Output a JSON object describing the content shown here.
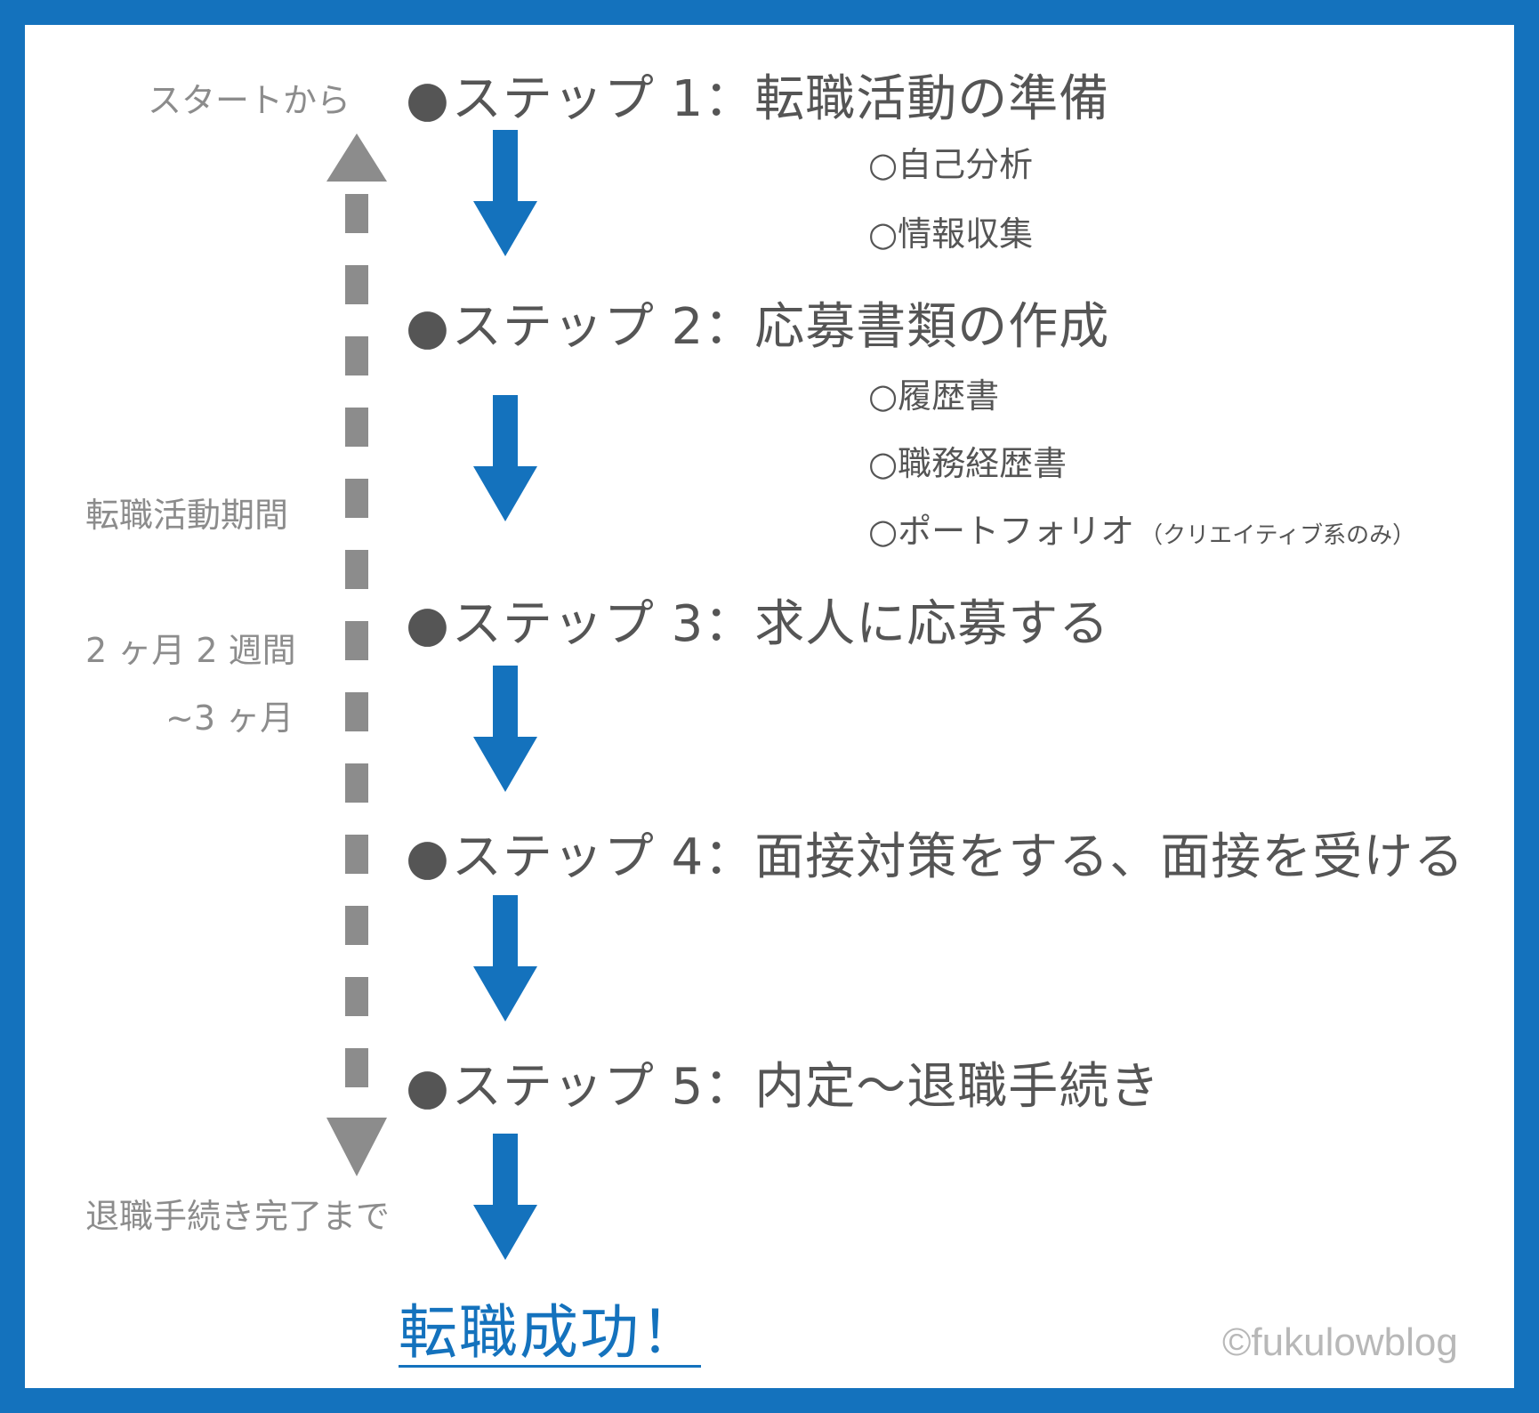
{
  "side": {
    "start_label": "スタートから",
    "period_label": "転職活動期間",
    "duration_line1": "2 ヶ月 2 週間",
    "duration_line2": "~3 ヶ月",
    "end_label": "退職手続き完了まで"
  },
  "steps": [
    {
      "label": "ステップ 1：転職活動の準備",
      "subs": [
        "○自己分析",
        "○情報収集"
      ]
    },
    {
      "label": "ステップ 2：応募書類の作成",
      "subs": [
        "○履歴書",
        "○職務経歴書",
        "○ポートフォリオ"
      ],
      "note": "（クリエイティブ系のみ）"
    },
    {
      "label": "ステップ 3：求人に応募する",
      "subs": []
    },
    {
      "label": "ステップ 4：面接対策をする、面接を受ける",
      "subs": []
    },
    {
      "label": "ステップ 5：内定〜退職手続き",
      "subs": []
    }
  ],
  "bullet": "●",
  "result": "転職成功！",
  "copyright": "©fukulowblog",
  "colors": {
    "frame": "#1472bd",
    "arrow": "#1472bd",
    "dashed_arrow": "#8c8c8c",
    "step_text": "#555555",
    "side_text": "#8c8c8c"
  }
}
